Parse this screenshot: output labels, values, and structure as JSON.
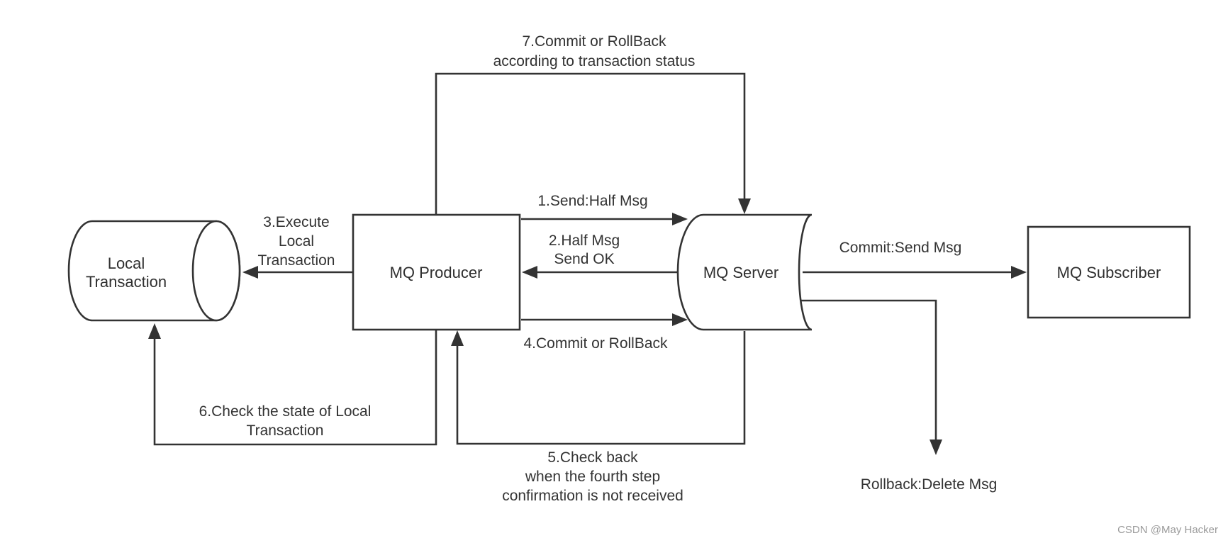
{
  "nodes": {
    "local_transaction": [
      "Local",
      "Transaction"
    ],
    "mq_producer": "MQ Producer",
    "mq_server": "MQ Server",
    "mq_subscriber": "MQ Subscriber"
  },
  "edges": {
    "step1": "1.Send:Half Msg",
    "step2": [
      "2.Half Msg",
      "Send OK"
    ],
    "step3": [
      "3.Execute",
      "Local",
      "Transaction"
    ],
    "step4": "4.Commit or RollBack",
    "step5": [
      "5.Check back",
      "when the fourth step",
      "confirmation is not received"
    ],
    "step6": [
      "6.Check the state of Local",
      "Transaction"
    ],
    "step7": [
      "7.Commit or RollBack",
      "according to transaction status"
    ],
    "commit": "Commit:Send Msg",
    "rollback": "Rollback:Delete Msg"
  },
  "watermark": "CSDN @May Hacker"
}
